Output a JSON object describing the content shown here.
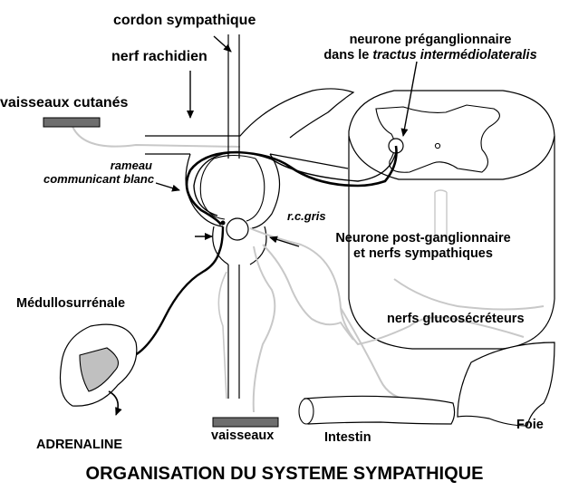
{
  "title": "ORGANISATION DU SYSTEME SYMPATHIQUE",
  "labels": {
    "cordon_sympathique": "cordon sympathique",
    "nerf_rachidien": "nerf rachidien",
    "vaisseaux_cutanes": "vaisseaux cutanés",
    "neurone_pre_line1": "neurone préganglionnaire",
    "neurone_pre_line2_prefix": "dans le ",
    "neurone_pre_line2_italic": "tractus intermédiolateralis",
    "rameau_line1": "rameau",
    "rameau_line2": "communicant blanc",
    "rc_gris": "r.c.gris",
    "neurone_post_line1": "Neurone post-ganglionnaire",
    "neurone_post_line2": "et nerfs sympathiques",
    "medullo": "Médullosurrénale",
    "nerfs_gluco": "nerfs glucosécréteurs",
    "foie": "Foie",
    "intestin": "Intestin",
    "vaisseaux": "vaisseaux",
    "adrenaline": "ADRENALINE"
  },
  "colors": {
    "ink": "#000000",
    "grey_nerve": "#c8c8c8",
    "vessel_fill": "#6e6e6e",
    "adrenal_fill": "#c0c0c0"
  }
}
